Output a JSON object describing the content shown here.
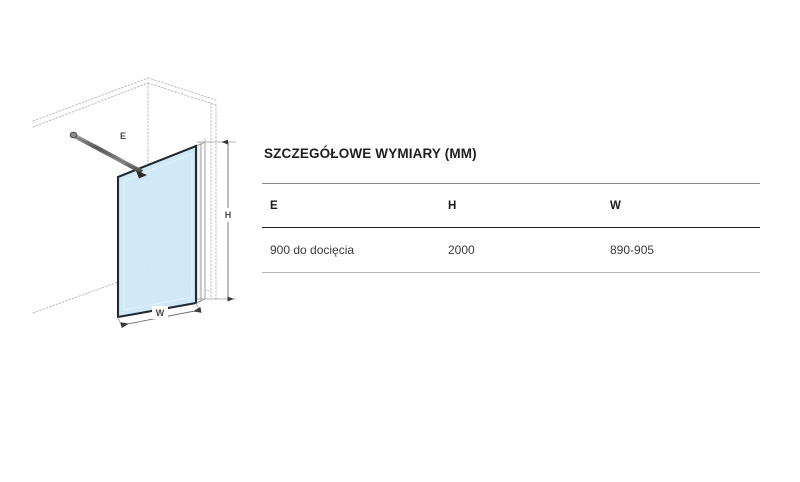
{
  "drawing": {
    "name": "walk-in-shower-screen-isometric",
    "labels": {
      "stabilizer_bar": "E",
      "height": "H",
      "width": "W"
    },
    "colors": {
      "glass_fill": "#cfe8f5",
      "glass_edge": "#1f2a33",
      "construction_line": "#b9b9b9",
      "dimension_line": "#6e6e6e",
      "bar_metal": "#7b7b7b"
    }
  },
  "specs": {
    "title": "SZCZEGÓŁOWE WYMIARY (MM)",
    "table": {
      "headers": [
        "E",
        "H",
        "W"
      ],
      "rows": [
        {
          "e": "900 do docięcia",
          "h": "2000",
          "w": "890-905"
        }
      ]
    }
  }
}
